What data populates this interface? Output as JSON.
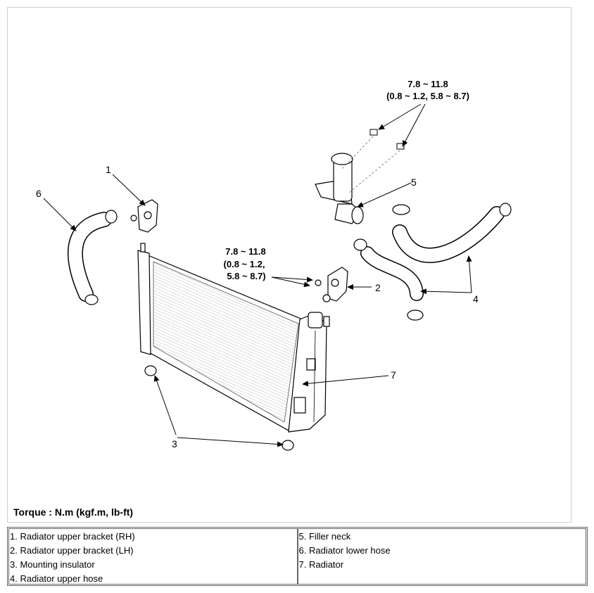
{
  "diagram": {
    "torque_note": "Torque : N.m (kgf.m, lb-ft)",
    "torque_top": [
      "7.8 ~ 11.8",
      "(0.8 ~ 1.2, 5.8 ~ 8.7)"
    ],
    "torque_mid": [
      "7.8 ~ 11.8",
      "(0.8 ~ 1.2,",
      "5.8 ~ 8.7)"
    ],
    "callouts": [
      "1",
      "2",
      "3",
      "4",
      "5",
      "6",
      "7"
    ]
  },
  "legend": {
    "left": [
      "1.  Radiator upper bracket (RH)",
      "2.  Radiator upper bracket (LH)",
      "3.  Mounting insulator",
      "4.  Radiator upper hose"
    ],
    "right": [
      "5. Filler neck",
      "6. Radiator lower hose",
      "7. Radiator"
    ]
  },
  "colors": {
    "line": "#000000",
    "frame": "#cfcfcf",
    "table_border": "#666666"
  }
}
